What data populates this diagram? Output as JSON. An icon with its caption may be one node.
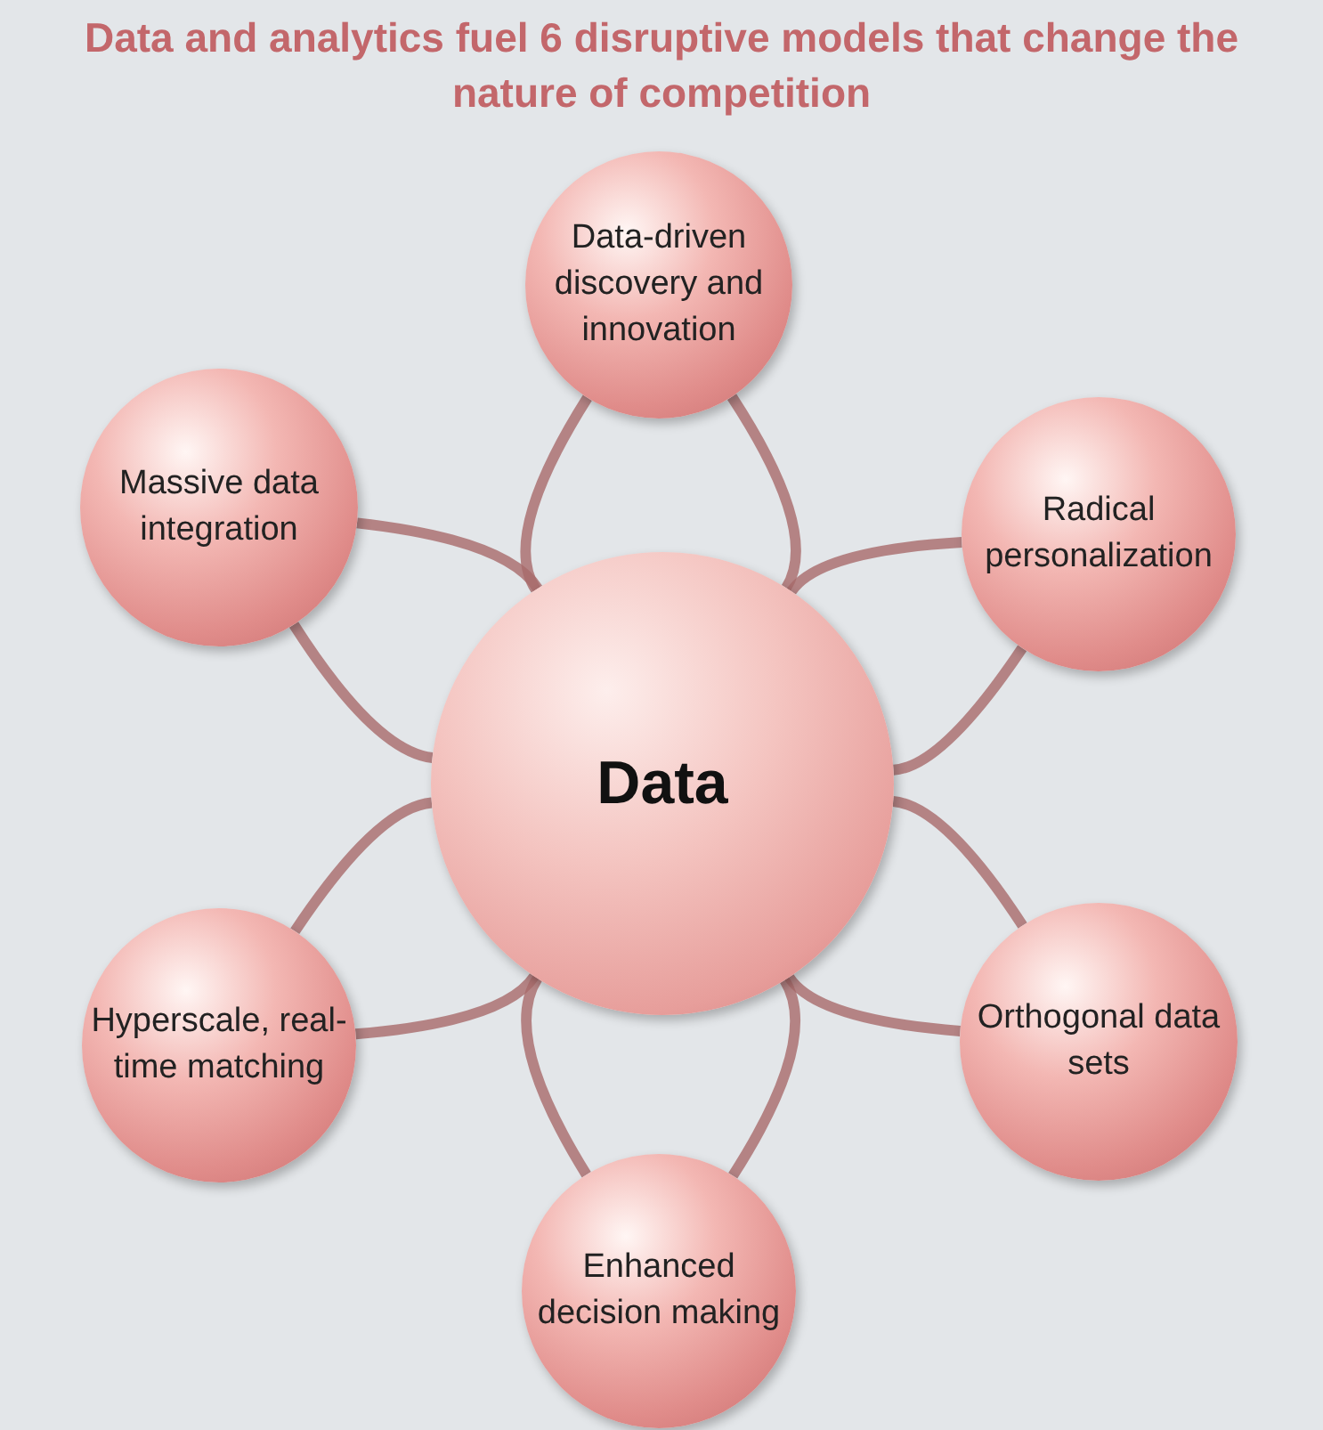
{
  "diagram": {
    "title": "Data and analytics fuel 6 disruptive models that change the nature of competition",
    "nodes": [
      {
        "text": [
          "Data-driven discovery and innovation"
        ]
      },
      {
        "text": [
          "Massive data integration"
        ]
      },
      {
        "text": [
          "Radical personalization"
        ]
      },
      {
        "text": [
          "Data"
        ]
      },
      {
        "text": [
          "Hyperscale, real-time matching"
        ]
      },
      {
        "text": [
          "Orthogonal data sets"
        ]
      },
      {
        "text": [
          "Enhanced decision making"
        ]
      }
    ],
    "edges": [
      {
        "from": 0,
        "to": 3,
        "arrow": "none"
      },
      {
        "from": 0,
        "to": 3,
        "arrow": "none"
      },
      {
        "from": 1,
        "to": 3,
        "arrow": "none"
      },
      {
        "from": 1,
        "to": 3,
        "arrow": "none"
      },
      {
        "from": 2,
        "to": 3,
        "arrow": "none"
      },
      {
        "from": 2,
        "to": 3,
        "arrow": "none"
      },
      {
        "from": 4,
        "to": 3,
        "arrow": "none"
      },
      {
        "from": 4,
        "to": 3,
        "arrow": "none"
      },
      {
        "from": 5,
        "to": 3,
        "arrow": "none"
      },
      {
        "from": 5,
        "to": 3,
        "arrow": "none"
      },
      {
        "from": 6,
        "to": 3,
        "arrow": "none"
      },
      {
        "from": 6,
        "to": 3,
        "arrow": "none"
      }
    ]
  }
}
